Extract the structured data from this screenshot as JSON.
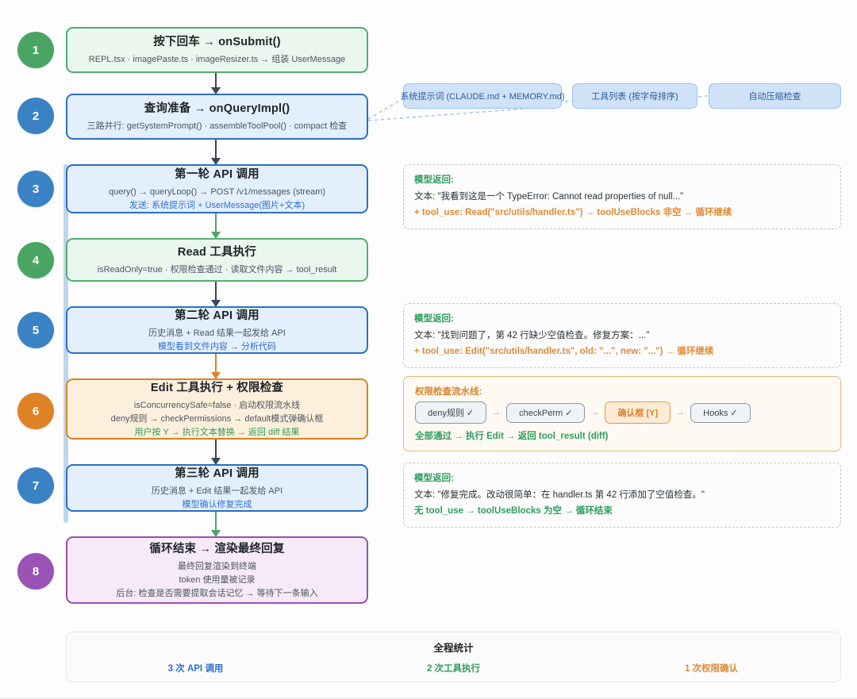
{
  "colors": {
    "green": "#52ad6e",
    "blue": "#2c6fc4",
    "orange": "#d98324",
    "purple": "#9a4fb0",
    "loop_bar": "#bed5ee",
    "dark_arrow": "#3a4656"
  },
  "steps": [
    {
      "num": "1",
      "variant": "green",
      "title": "按下回车 → onSubmit()",
      "lines": [
        {
          "text": "REPL.tsx · imagePaste.ts · imageResizer.ts → 组装 UserMessage",
          "style": "plain"
        }
      ]
    },
    {
      "num": "2",
      "variant": "blue",
      "title": "查询准备 → onQueryImpl()",
      "lines": [
        {
          "text": "三路并行: getSystemPrompt() · assembleToolPool() · compact 检查",
          "style": "plain"
        }
      ]
    },
    {
      "num": "3",
      "variant": "blue",
      "title": "第一轮 API 调用",
      "lines": [
        {
          "text": "query() → queryLoop() → POST /v1/messages (stream)",
          "style": "plain"
        },
        {
          "text": "发送: 系统提示词 + UserMessage(图片+文本)",
          "style": "em-blue"
        }
      ]
    },
    {
      "num": "4",
      "variant": "green",
      "title": "Read 工具执行",
      "lines": [
        {
          "text": "isReadOnly=true · 权限检查通过 · 读取文件内容 → tool_result",
          "style": "plain"
        }
      ]
    },
    {
      "num": "5",
      "variant": "blue",
      "title": "第二轮 API 调用",
      "lines": [
        {
          "text": "历史消息 + Read 结果一起发给 API",
          "style": "plain"
        },
        {
          "text": "模型看到文件内容 → 分析代码",
          "style": "em-blue"
        }
      ]
    },
    {
      "num": "6",
      "variant": "orange",
      "title": "Edit 工具执行 + 权限检查",
      "lines": [
        {
          "text": "isConcurrencySafe=false · 启动权限流水线",
          "style": "plain"
        },
        {
          "text": "deny规则 → checkPermissions → default模式弹确认框",
          "style": "plain"
        },
        {
          "text": "用户按 Y → 执行文本替换 → 返回 diff 结果",
          "style": "em-green"
        }
      ]
    },
    {
      "num": "7",
      "variant": "blue",
      "title": "第三轮 API 调用",
      "lines": [
        {
          "text": "历史消息 + Edit 结果一起发给 API",
          "style": "plain"
        },
        {
          "text": "模型确认修复完成",
          "style": "em-blue"
        }
      ]
    },
    {
      "num": "8",
      "variant": "purple",
      "title": "循环结束 → 渲染最终回复",
      "lines": [
        {
          "text": "最终回复渲染到终端",
          "style": "plain"
        },
        {
          "text": "token 使用量被记录",
          "style": "plain"
        },
        {
          "text": "后台: 检查是否需要提取会话记忆 → 等待下一条输入",
          "style": "plain"
        }
      ]
    }
  ],
  "fanout": [
    {
      "label": "系统提示词 (CLAUDE.md + MEMORY.md)"
    },
    {
      "label": "工具列表 (按字母排序)"
    },
    {
      "label": "自动压缩检查"
    }
  ],
  "annotations": {
    "round1": {
      "head": "模型返回:",
      "line1": "文本: \"我看到这是一个 TypeError: Cannot read properties of null...\"",
      "line2": "+ tool_use: Read(\"src/utils/handler.ts\") → toolUseBlocks 非空 → 循环继续"
    },
    "round2": {
      "head": "模型返回:",
      "line1": "文本: \"找到问题了，第 42 行缺少空值检查。修复方案：...\"",
      "line2": "+ tool_use: Edit(\"src/utils/handler.ts\", old: \"...\", new: \"...\") → 循环继续"
    },
    "round3": {
      "head": "模型返回:",
      "line1": "文本: \"修复完成。改动很简单：在 handler.ts 第 42 行添加了空值检查。\"",
      "line2": "无 tool_use → toolUseBlocks 为空 → 循环结束"
    },
    "permission": {
      "head": "权限检查流水线:",
      "chips": [
        {
          "label": "deny规则 ✓",
          "highlight": false
        },
        {
          "label": "checkPerm ✓",
          "highlight": false
        },
        {
          "label": "确认框 [Y]",
          "highlight": true
        },
        {
          "label": "Hooks ✓",
          "highlight": false
        }
      ],
      "arrow": "→",
      "footer": "全部通过 → 执行 Edit → 返回 tool_result (diff)"
    }
  },
  "stats": {
    "title": "全程统计",
    "items": [
      {
        "label": "3 次 API 调用",
        "color_class": "c-blue"
      },
      {
        "label": "2 次工具执行",
        "color_class": "c-green"
      },
      {
        "label": "1 次权限确认",
        "color_class": "c-orange"
      }
    ]
  }
}
